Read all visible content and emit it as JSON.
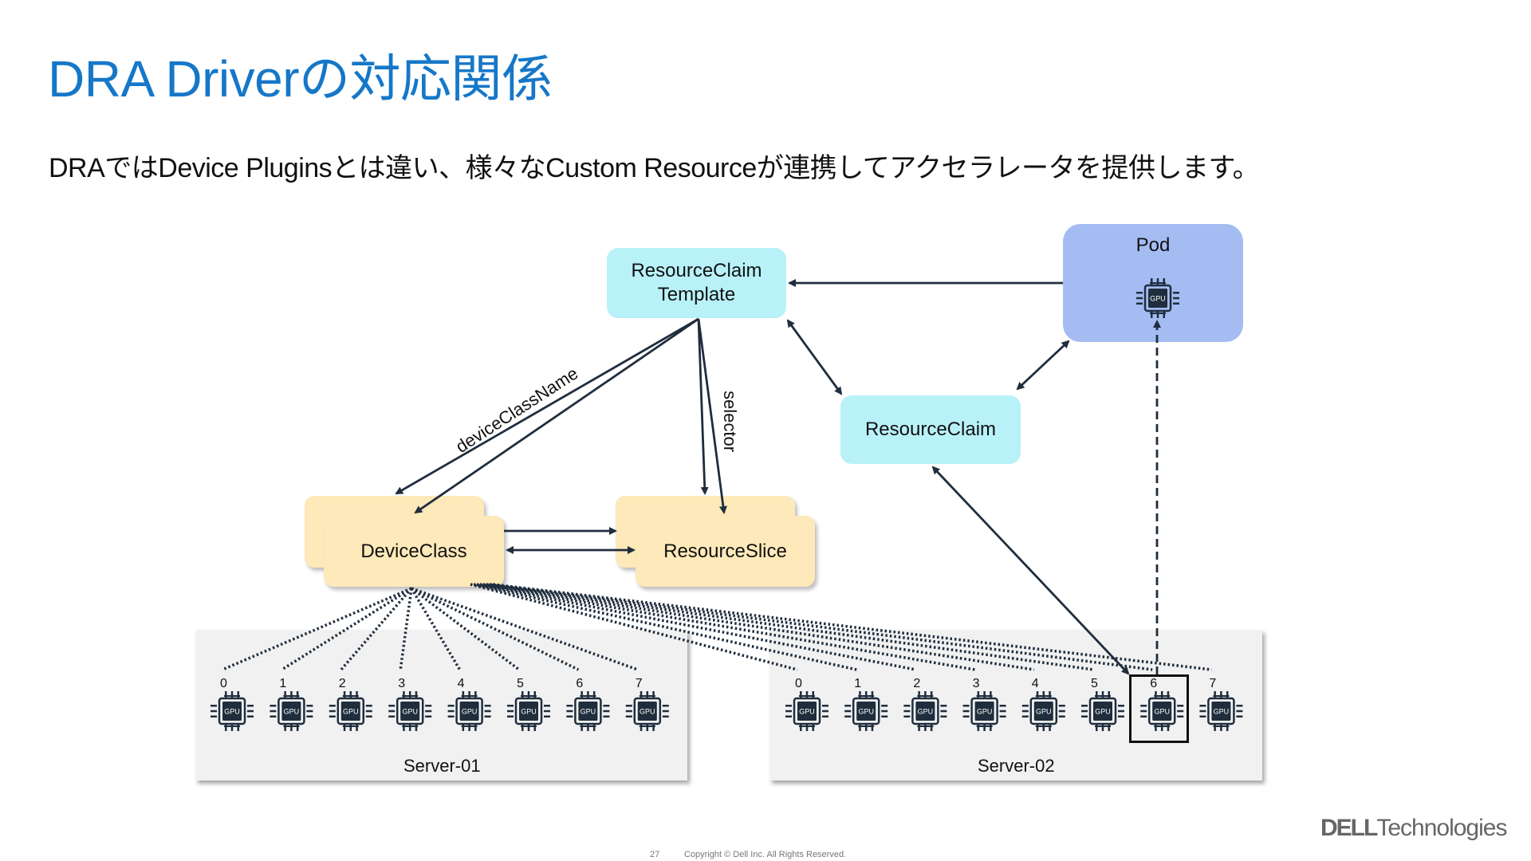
{
  "title": "DRA Driverの対応関係",
  "subtitle": "DRAではDevice Pluginsとは違い、様々なCustom Resourceが連携してアクセラレータを提供します。",
  "nodes": {
    "resource_claim_template": "ResourceClaim\nTemplate",
    "resource_claim_template_line1": "ResourceClaim",
    "resource_claim_template_line2": "Template",
    "pod": "Pod",
    "resource_claim": "ResourceClaim",
    "device_class": "DeviceClass",
    "resource_slice": "ResourceSlice"
  },
  "edge_labels": {
    "device_class_name": "deviceClassName",
    "selector": "selector"
  },
  "servers": [
    {
      "name": "Server-01",
      "gpus": [
        "0",
        "1",
        "2",
        "3",
        "4",
        "5",
        "6",
        "7"
      ]
    },
    {
      "name": "Server-02",
      "gpus": [
        "0",
        "1",
        "2",
        "3",
        "4",
        "5",
        "6",
        "7"
      ],
      "allocated_gpu": "6"
    }
  ],
  "gpu_chip_label": "GPU",
  "colors": {
    "title": "#1677c8",
    "cyan_node": "#b8f1f8",
    "pod_node": "#a4bcf2",
    "tan_node": "#fde9b9",
    "server_bg": "#f1f1f1",
    "edge": "#1f2d3d"
  },
  "footer": {
    "page_number": "27",
    "copyright": "Copyright © Dell Inc. All Rights Reserved.",
    "logo_brand": "DELL",
    "logo_suffix": "Technologies"
  }
}
